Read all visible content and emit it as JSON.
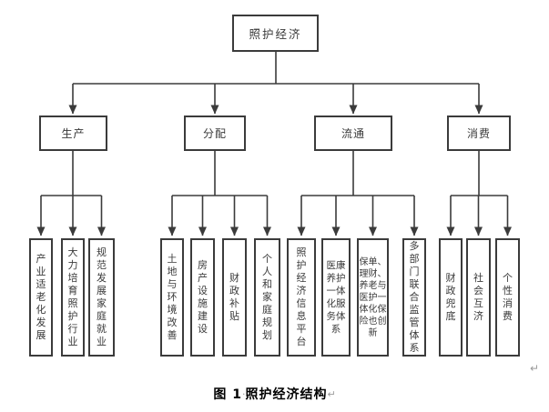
{
  "diagram": {
    "root": {
      "label": "照护经济"
    },
    "level2": [
      {
        "label": "生产"
      },
      {
        "label": "分配"
      },
      {
        "label": "流通"
      },
      {
        "label": "消费"
      }
    ],
    "level3": [
      {
        "group": "生产",
        "text": "产业适老化发展",
        "display": "产\n业\n适\n老\n化\n发\n展"
      },
      {
        "group": "生产",
        "text": "大力培育照护行业",
        "display": "大\n力\n培\n育\n照\n护\n行\n业"
      },
      {
        "group": "生产",
        "text": "规范发展家庭就业",
        "display": "规\n范\n发\n展\n家\n庭\n就\n业"
      },
      {
        "group": "分配",
        "text": "土地与环境改善",
        "display": "土\n地\n与\n环\n境\n改\n善"
      },
      {
        "group": "分配",
        "text": "房产设施建设",
        "display": "房\n产\n设\n施\n建\n设"
      },
      {
        "group": "分配",
        "text": "财政补贴",
        "display": "财\n政\n补\n贴"
      },
      {
        "group": "分配",
        "text": "个人和家庭规划",
        "display": "个\n人\n和\n家\n庭\n规\n划"
      },
      {
        "group": "流通",
        "text": "照护经济信息平台",
        "display": "照\n护\n经\n济\n信\n息\n平\n台"
      },
      {
        "group": "流通",
        "text": "医康养护一体化服务体系",
        "display": "医康\n养护\n一体\n化服\n务体\n系"
      },
      {
        "group": "流通",
        "text": "保单、理财、养老与医护一体化保险也创新",
        "display": "保单、\n理财、\n养老与\n医护一\n体化保\n险也创\n新"
      },
      {
        "group": "流通",
        "text": "多部门联合监管体系",
        "display": "多\n部\n门\n联\n合\n监\n管\n体\n系"
      },
      {
        "group": "消费",
        "text": "财政兜底",
        "display": "财\n政\n兜\n底"
      },
      {
        "group": "消费",
        "text": "社会互济",
        "display": "社\n会\n互\n济"
      },
      {
        "group": "消费",
        "text": "个性消费",
        "display": "个\n性\n消\n费"
      }
    ],
    "caption": {
      "figure_label": "图 1",
      "space_mark": "·",
      "title": "照护经济结构",
      "paragraph_mark": "↵"
    },
    "stray_paragraph_mark": "↵",
    "colors": {
      "line": "#3b3b3b",
      "node_text": "#3a3a3a",
      "caption_text": "#000000",
      "formatting_mark": "#9a9a9a",
      "background": "#ffffff"
    }
  }
}
